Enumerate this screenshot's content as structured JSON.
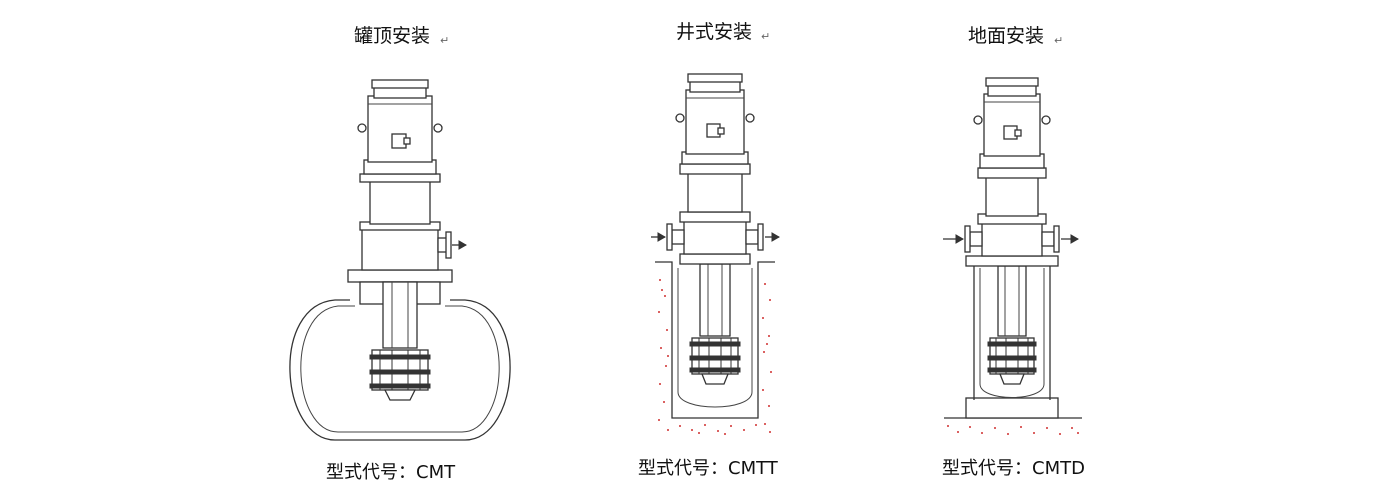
{
  "panels": [
    {
      "id": "tank-top",
      "title": "罐顶安装",
      "caption": "型式代号：CMT"
    },
    {
      "id": "well",
      "title": "井式安装",
      "caption": "型式代号：CMTT"
    },
    {
      "id": "ground",
      "title": "地面安装",
      "caption": "型式代号：CMTD"
    }
  ],
  "paragraph_mark": "↵",
  "colors": {
    "line": "#333333",
    "soil_dots": "#d03030",
    "background": "#ffffff"
  }
}
